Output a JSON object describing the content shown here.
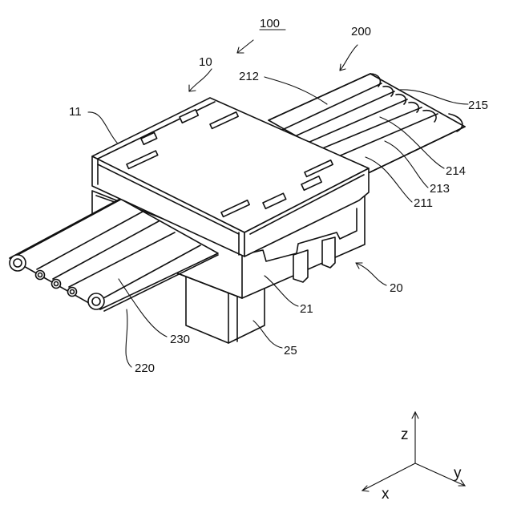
{
  "labels": {
    "assembly": "100",
    "connector_10": "10",
    "cable_200": "200",
    "housing_11": "11",
    "cable_212": "212",
    "conductor_215": "215",
    "conductor_214": "214",
    "conductor_213": "213",
    "conductor_211": "211",
    "connector_20": "20",
    "housing_21": "21",
    "housing_25": "25",
    "cable_230": "230",
    "cable_220": "220"
  },
  "axes": {
    "z": "z",
    "y": "y",
    "x": "x"
  }
}
